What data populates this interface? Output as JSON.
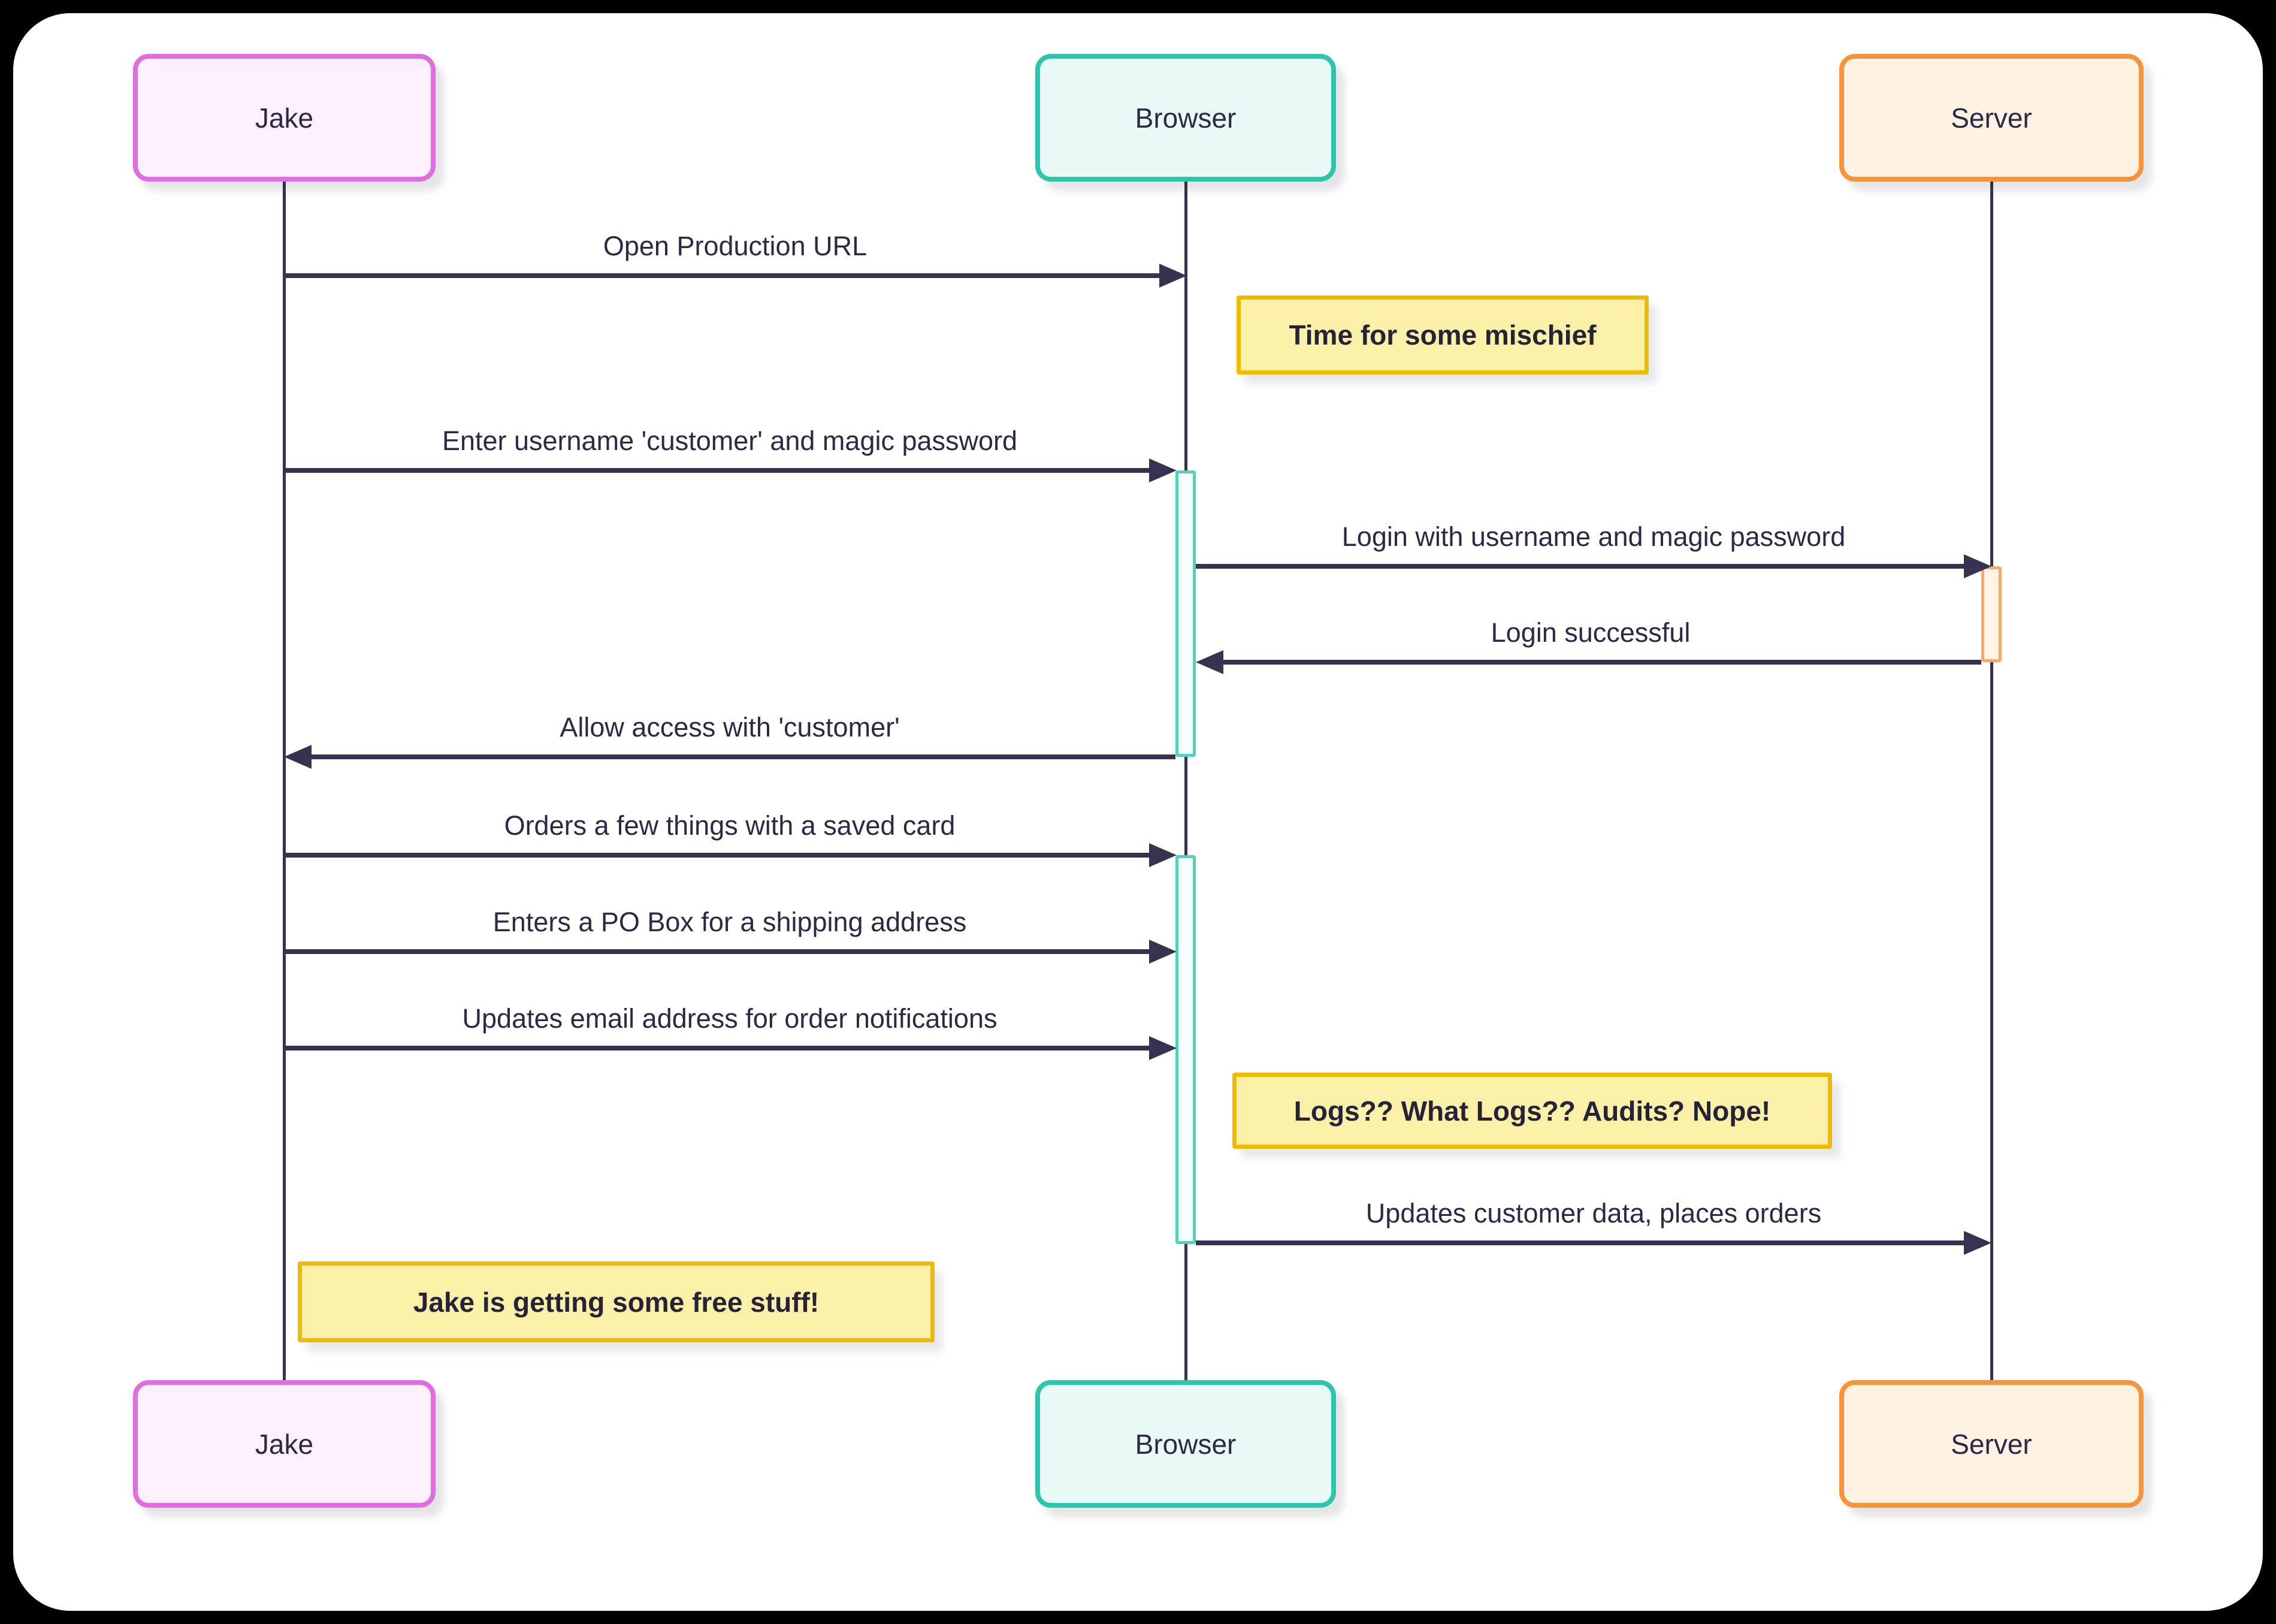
{
  "diagram": {
    "type": "sequence-diagram",
    "actors": [
      {
        "id": "jake",
        "name": "Jake",
        "fill": "#fdf0fc",
        "border": "#e06ee0"
      },
      {
        "id": "browser",
        "name": "Browser",
        "fill": "#e9faf6",
        "border": "#2bc7ad"
      },
      {
        "id": "server",
        "name": "Server",
        "fill": "#fdf2e4",
        "border": "#f79439"
      }
    ],
    "messages": [
      {
        "from": "Jake",
        "to": "Browser",
        "text": "Open Production URL"
      },
      {
        "from": "Jake",
        "to": "Browser",
        "text": "Enter username 'customer' and magic password"
      },
      {
        "from": "Browser",
        "to": "Server",
        "text": "Login with username and magic password"
      },
      {
        "from": "Server",
        "to": "Browser",
        "text": "Login successful"
      },
      {
        "from": "Browser",
        "to": "Jake",
        "text": "Allow access with 'customer'"
      },
      {
        "from": "Jake",
        "to": "Browser",
        "text": "Orders a few things with a saved card"
      },
      {
        "from": "Jake",
        "to": "Browser",
        "text": "Enters a PO Box for a shipping address"
      },
      {
        "from": "Jake",
        "to": "Browser",
        "text": "Updates email address for order notifications"
      },
      {
        "from": "Browser",
        "to": "Server",
        "text": "Updates customer data, places orders"
      }
    ],
    "notes": [
      {
        "over": "Browser",
        "text": "Time for some mischief"
      },
      {
        "over": "Browser",
        "text": "Logs?? What Logs?? Audits? Nope!"
      },
      {
        "over": "Jake",
        "text": "Jake is getting some free stuff!"
      }
    ],
    "colors": {
      "page_background": "#000000",
      "canvas": "#ffffff",
      "line": "#35334f",
      "text": "#2b2a44",
      "note_fill": "#fbf0a7",
      "note_border": "#eebb02",
      "activation_browser_border": "#4fd3bd",
      "activation_server_border": "#f8a868"
    }
  }
}
